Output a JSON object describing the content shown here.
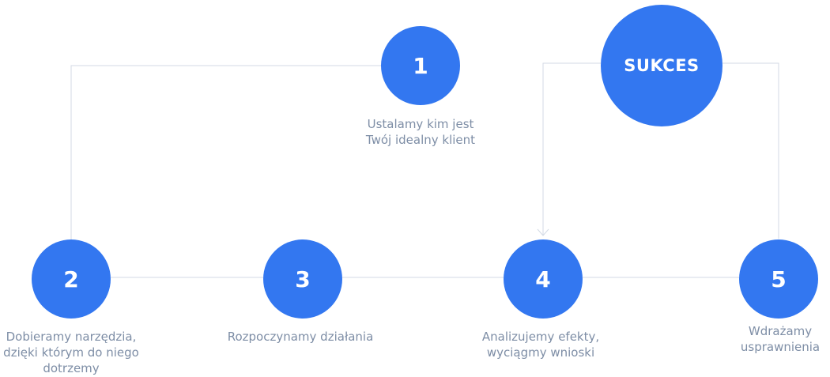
{
  "colors": {
    "node_fill": "#3377f0",
    "node_text": "#ffffff",
    "connector": "#d3dae4",
    "label_text": "#7e8ea6"
  },
  "nodes": {
    "step1": {
      "number": "1",
      "label": "Ustalamy kim jest\nTwój idealny klient"
    },
    "step2": {
      "number": "2",
      "label": "Dobieramy narzędzia,\ndzięki którym do niego\ndotrzemy"
    },
    "step3": {
      "number": "3",
      "label": "Rozpoczynamy działania"
    },
    "step4": {
      "number": "4",
      "label": "Analizujemy efekty,\nwyciągmy wnioski"
    },
    "step5": {
      "number": "5",
      "label": "Wdrażamy\nusprawnienia"
    },
    "success": {
      "label": "SUKCES"
    }
  }
}
